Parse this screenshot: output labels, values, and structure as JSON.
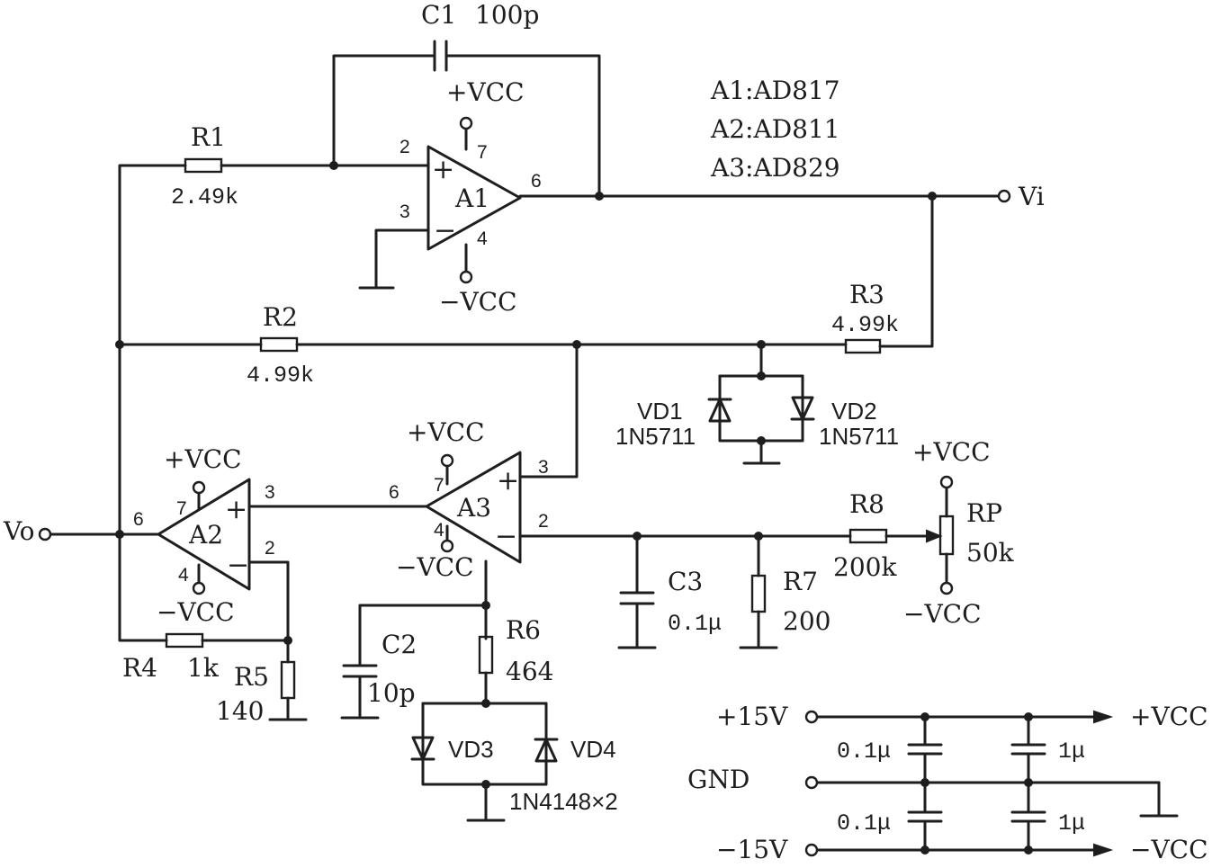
{
  "labels": {
    "c1": "C1",
    "c1_value": "100p",
    "r1": "R1",
    "r1_value": "2.49k",
    "r2": "R2",
    "r2_value": "4.99k",
    "r3": "R3",
    "r3_value": "4.99k",
    "r4": "R4",
    "r4_value": "1k",
    "r5": "R5",
    "r5_value": "140",
    "r6": "R6",
    "r6_value": "464",
    "r7": "R7",
    "r7_value": "200",
    "r8": "R8",
    "r8_value": "200k",
    "rp": "RP",
    "rp_value": "50k",
    "c2": "C2",
    "c2_value": "10p",
    "c3": "C3",
    "c3_value": "0.1μ",
    "vd1": "VD1",
    "vd1_part": "1N5711",
    "vd2": "VD2",
    "vd2_part": "1N5711",
    "vd3": "VD3",
    "vd4": "VD4",
    "vd34_part": "1N4148×2",
    "a1": "A1",
    "a2": "A2",
    "a3": "A3",
    "vi": "Vi",
    "vo": "Vo",
    "vcc_pos": "+VCC",
    "vcc_neg": "−VCC",
    "plus15": "+15V",
    "minus15": "−15V",
    "gnd": "GND",
    "dec_c_small": "0.1μ",
    "dec_c_large": "1μ"
  },
  "legend": [
    "A1:AD817",
    "A2:AD811",
    "A3:AD829"
  ],
  "pins": {
    "a1_in_plus": "2",
    "a1_in_minus": "3",
    "a1_vpos": "7",
    "a1_vneg": "4",
    "a1_out": "6",
    "a2_in_plus": "3",
    "a2_in_minus": "2",
    "a2_vpos": "7",
    "a2_vneg": "4",
    "a2_out": "6",
    "a3_in_plus": "3",
    "a3_in_minus": "2",
    "a3_vpos": "7",
    "a3_vneg": "4",
    "a3_out": "6"
  },
  "symbols": {
    "plus": "+",
    "minus": "−"
  }
}
